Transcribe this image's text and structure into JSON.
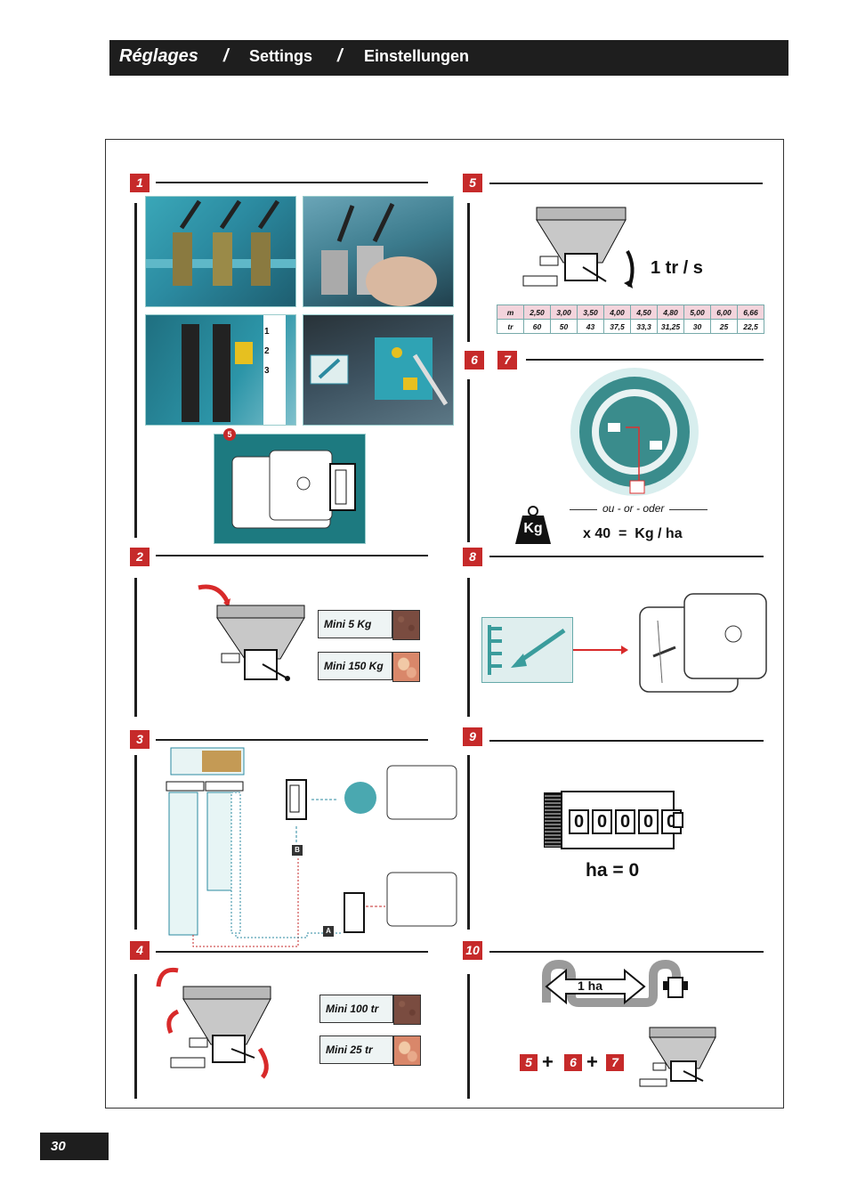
{
  "header": {
    "title_fr": "Réglages",
    "separator": "/",
    "title_en": "Settings",
    "title_de": "Einstellungen"
  },
  "steps": {
    "s1": "1",
    "s2": "2",
    "s3": "3",
    "s4": "4",
    "s5": "5",
    "s6": "6",
    "s7": "7",
    "s8": "8",
    "s9": "9",
    "s10": "10"
  },
  "section1": {
    "scale_numbers": [
      "1",
      "2",
      "3"
    ],
    "badge5": "5"
  },
  "section2": {
    "mini_a": "Mini 5 Kg",
    "mini_b": "Mini 150 Kg"
  },
  "section3": {
    "label_a": "A",
    "label_b": "B"
  },
  "section4": {
    "mini_a": "Mini 100 tr",
    "mini_b": "Mini 25 tr"
  },
  "section5": {
    "speed": "1 tr / s",
    "table": {
      "row1_head": "m",
      "row1": [
        "2,50",
        "3,00",
        "3,50",
        "4,00",
        "4,50",
        "4,80",
        "5,00",
        "6,00",
        "6,66"
      ],
      "row2_head": "tr",
      "row2": [
        "60",
        "50",
        "43",
        "37,5",
        "33,3",
        "31,25",
        "30",
        "25",
        "22,5"
      ]
    }
  },
  "section67": {
    "or_text": "ou - or - oder",
    "kg_icon_text": "Kg",
    "formula": "x 40  =  Kg / ha"
  },
  "section9": {
    "digits": [
      "0",
      "0",
      "0",
      "0",
      "0"
    ],
    "ha_text": "ha = 0"
  },
  "section10": {
    "distance": "1 ha",
    "sum": [
      "5",
      "+",
      "6",
      "+",
      "7"
    ]
  },
  "page_number": "30",
  "colors": {
    "accent_red": "#c62a2a",
    "dark": "#1e1e1e",
    "teal": "#2b8aa0"
  }
}
